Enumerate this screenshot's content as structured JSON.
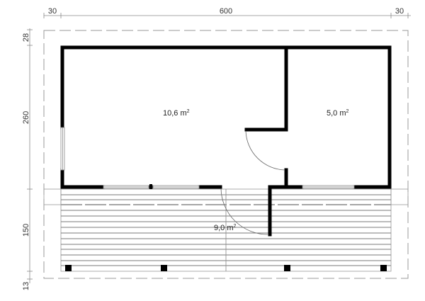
{
  "dimensions": {
    "top": {
      "left_overhang": "30",
      "width": "600",
      "right_overhang": "30"
    },
    "left": {
      "top_overhang": "28",
      "cabin_depth": "260",
      "terrace_depth": "150",
      "bottom_overhang": "13"
    }
  },
  "rooms": [
    {
      "id": "main-room",
      "area": "10,6 m",
      "unit_exp": "2"
    },
    {
      "id": "side-room",
      "area": "5,0 m",
      "unit_exp": "2"
    },
    {
      "id": "terrace",
      "area": "9,0 m",
      "unit_exp": "2"
    }
  ],
  "colors": {
    "wall": "#000000",
    "dim_line": "#888888",
    "dashed_outline": "#999999",
    "deck_line": "#777777",
    "background": "#ffffff"
  }
}
